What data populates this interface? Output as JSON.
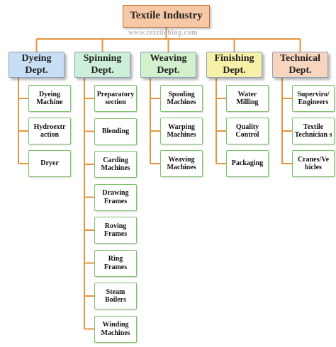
{
  "title": "Textile Industry",
  "watermark": "www.textileblog.com",
  "colors": {
    "root_fill": "#f7c8a6",
    "connector": "#e3943f",
    "item_border": "#7cc26a",
    "dept_fills": [
      "#c8def4",
      "#cdefd9",
      "#d3f0cc",
      "#f7f0a8",
      "#f8d5bf"
    ]
  },
  "departments": [
    {
      "label": "Dyeing Dept.",
      "items": [
        "Dyeing Machine",
        "Hydroextr action",
        "Dryer"
      ]
    },
    {
      "label": "Spinning Dept.",
      "items": [
        "Preparatory section",
        "Blending",
        "Carding Machines",
        "Drawing Frames",
        "Roving Frames",
        "Ring Frames",
        "Steam Boilers",
        "Winding Machines"
      ]
    },
    {
      "label": "Weaving Dept.",
      "items": [
        "Spooling Machines",
        "Warping Machines",
        "Weaving Machines"
      ]
    },
    {
      "label": "Finishing Dept.",
      "items": [
        "Water Milling",
        "Quality Control",
        "Packaging"
      ]
    },
    {
      "label": "Technical Dept.",
      "items": [
        "Superviro/ Engineers",
        "Textile Technician s",
        "Cranes/Ve hicles"
      ]
    }
  ]
}
